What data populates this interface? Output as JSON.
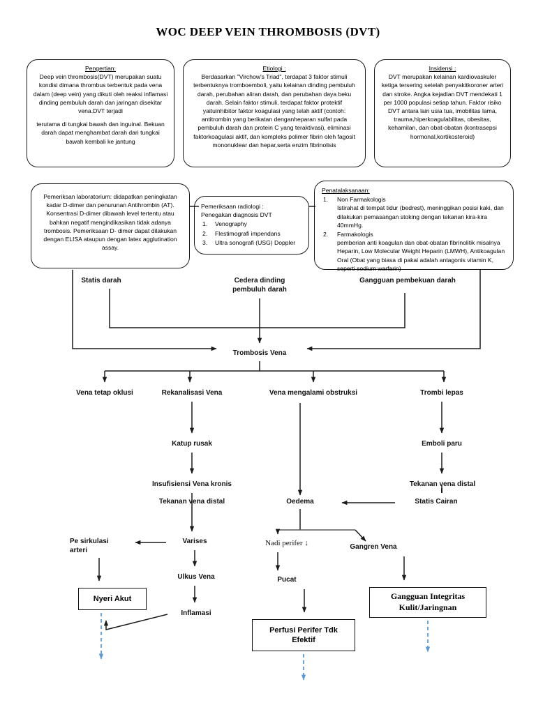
{
  "title": "WOC DEEP VEIN THROMBOSIS (DVT)",
  "info_boxes": {
    "pengertian": {
      "heading": "Pengertian:",
      "para1": "Deep vein thrombosis(DVT) merupakan suatu kondisi dimana thrombus terbentuk pada vena dalam (deep vein) yang dikuti oleh reaksi inflamasi dinding pembuluh darah dan jaringan disekitar vena.DVT terjadi",
      "para2": "terutama di tungkai bawah dan inguinal. Bekuan darah dapat menghambat darah dari tungkai bawah kembali ke jantung"
    },
    "etiologi": {
      "heading": "Etiologi :",
      "body": "Berdasarkan \"Virchow's Triad\", terdapat 3 faktor stimuli terbentuknya tromboemboli, yaitu kelainan dinding pembuluh darah, perubahan aliran darah, dan perubahan daya beku darah. Selain faktor stimuli, terdapat faktor protektif yaituinhibitor faktor koagulasi yang telah aktif (contoh: antitrombin yang berikatan denganheparan sulfat pada pembuluh darah dan protein C yang teraktivasi), eliminasi faktorkoagulasi aktif, dan kompleks polimer fibrin oleh fagosit mononuklear dan hepar,serta enzim fibrinolisis"
    },
    "insidensi": {
      "heading": "Insidensi :",
      "body": "DVT merupakan kelainan kardiovaskuler ketiga tersering setelah penyakitkoroner arteri dan stroke. Angka kejadian DVT mendekati 1 per 1000 populasi setiap tahun. Faktor risiko DVT antara lain usia tua, imobilitas lama, trauma,hiperkoagulabilitas, obesitas, kehamilan, dan obat-obatan (kontrasepsi hormonal,kortikosteroid)"
    },
    "laboratorium": {
      "body": "Pemeriksan laboratorium:  didapatkan peningkatan kadar D-dimer dan penurunan Antihrombin (AT). Konsentrasi D-dimer dibawah level tertentu atau bahkan negatif mengindikasikan tidak adanya trombosis. Pemeriksaan D- dimer dapat dilakukan dengan ELISA ataupun dengan latex agglutination assay."
    },
    "radiologi": {
      "line1": "Pemeriksaan radiologi :",
      "line2": "Penegakan diagnosis DVT",
      "items": [
        "Venography",
        "Flestimografi impendans",
        "Ultra sonografi (USG) Doppler"
      ]
    },
    "penatalaksanaan": {
      "heading": "Penatalaksanaan:",
      "items": [
        {
          "num": "1.",
          "label": "Non Farmakologis",
          "detail": "Istirahat di tempat tidur (bedrest), meninggikan posisi kaki, dan dilakukan pemasangan stoking dengan tekanan kira-kira 40mmHg."
        },
        {
          "num": "2.",
          "label": "Farmakologis",
          "detail": "pemberian anti koagulan dan obat-obatan fibrinolitik misalnya Heparin, Low Molecular Weight Heparin (LMWH), Antikoagulan Oral (Obat yang biasa di pakai adalah antagonis vitamin K, seperti sodium warfarin)"
        }
      ]
    }
  },
  "flow_nodes": {
    "statis_darah": "Statis darah",
    "cedera_dinding": "Cedera dinding pembuluh darah",
    "gangguan_pembekuan": "Gangguan pembekuan darah",
    "trombosis_vena": "Trombosis Vena",
    "vena_tetap_oklusi": "Vena tetap oklusi",
    "rekanalisasi_vena": "Rekanalisasi Vena",
    "vena_obstruksi": "Vena mengalami obstruksi",
    "trombi_lepas": "Trombi lepas",
    "katup_rusak": "Katup rusak",
    "emboli_paru": "Emboli paru",
    "insufisiensi": "Insufisiensi Vena kronis",
    "tekanan_vena_distal_l": "Tekanan vena distal",
    "tekanan_vena_distal_r": "Tekanan vena distal",
    "oedema": "Oedema",
    "statis_cairan": "Statis Cairan",
    "varises": "Varises",
    "pe_sirkulasi": "Pe sirkulasi arteri",
    "nadi_perifer": "Nadi perifer ↓",
    "gangren_vena": "Gangren Vena",
    "ulkus_vena": "Ulkus Vena",
    "pucat": "Pucat",
    "inflamasi": "Inflamasi"
  },
  "outcome_boxes": {
    "nyeri_akut": "Nyeri Akut",
    "perfusi": "Perfusi Perifer Tdk Efektif",
    "integritas": "Gangguan Integritas Kulit/Jaringnan"
  },
  "colors": {
    "line": "#1a1a1a",
    "dashed_arrow": "#5b9bd5",
    "text": "#000000",
    "background": "#ffffff"
  }
}
